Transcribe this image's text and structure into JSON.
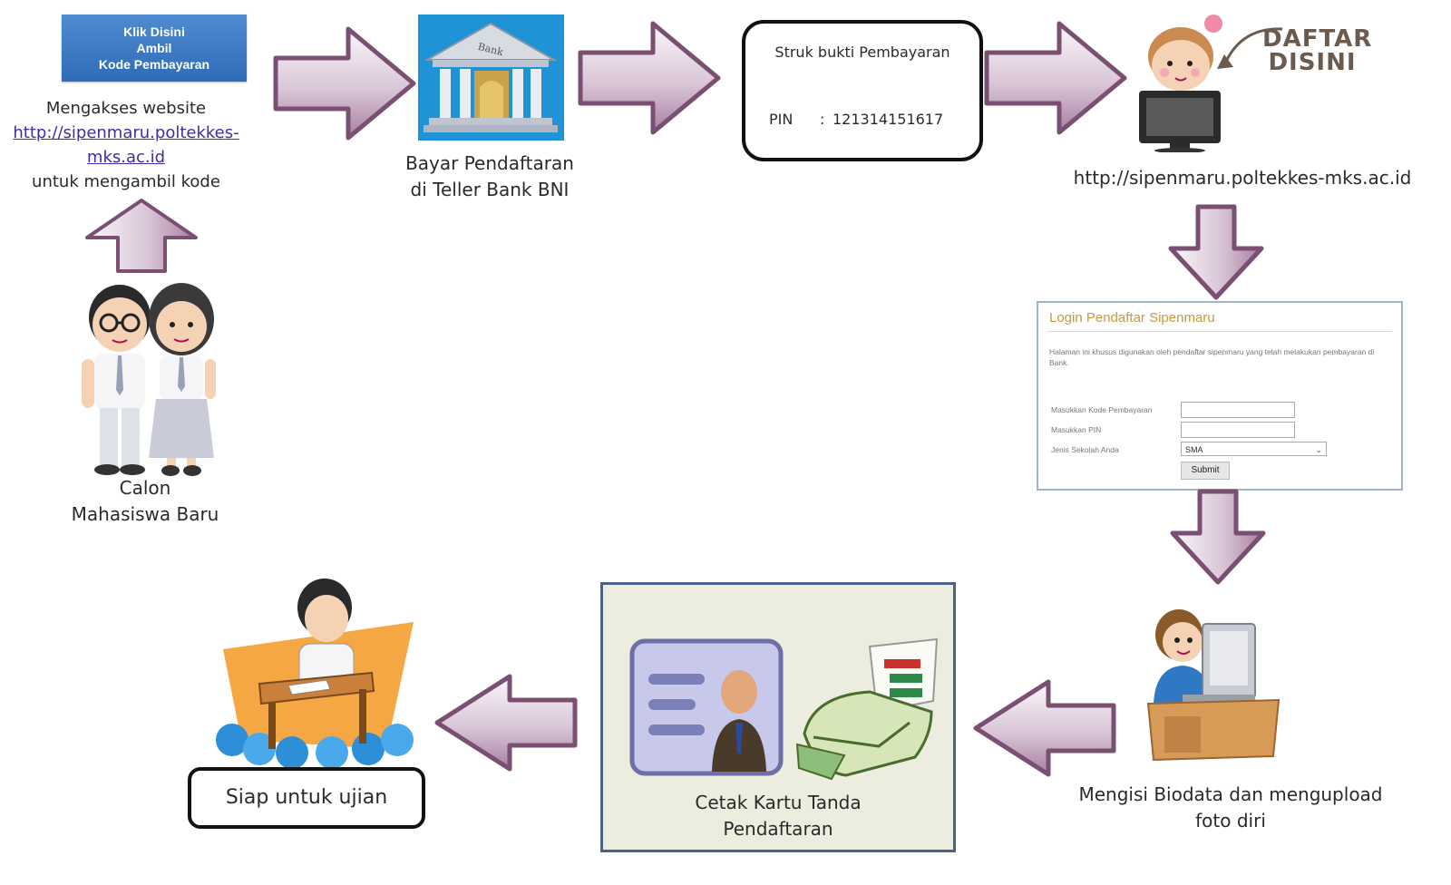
{
  "step1": {
    "banner_lines": [
      "Klik Disini",
      "Ambil",
      "Kode Pembayaran"
    ],
    "caption_before": "Mengakses website",
    "link_line1": "http://sipenmaru.poltekkes-",
    "link_line2": "mks.ac.id",
    "caption_after": "untuk mengambil kode"
  },
  "students": {
    "caption_line1": "Calon",
    "caption_line2": "Mahasiswa Baru"
  },
  "bank": {
    "sign": "Bank",
    "caption_line1": "Bayar Pendaftaran",
    "caption_line2": "di Teller Bank BNI"
  },
  "receipt": {
    "title": "Struk bukti Pembayaran",
    "pin_label": "PIN",
    "pin_sep": ":",
    "pin_value": "121314151617"
  },
  "register": {
    "callout_line1": "DAFTAR",
    "callout_line2": "DISINI",
    "url": "http://sipenmaru.poltekkes-mks.ac.id"
  },
  "login_form": {
    "title": "Login Pendaftar Sipenmaru",
    "description": "Halaman ini khusus digunakan oleh pendaftar sipenmaru yang telah melakukan pembayaran di Bank.",
    "label_code": "Masukkan Kode Pembayaran",
    "label_pin": "Masukkan PIN",
    "label_school": "Jenis Sekolah Anda",
    "school_selected": "SMA",
    "submit_label": "Submit"
  },
  "biodata": {
    "caption_line1": "Mengisi Biodata dan mengupload",
    "caption_line2": "foto diri"
  },
  "card": {
    "caption_line1": "Cetak Kartu Tanda",
    "caption_line2": "Pendaftaran"
  },
  "exam": {
    "label": "Siap untuk ujian"
  },
  "colors": {
    "arrow_purple": "#7a4f72",
    "arrow_light": "#efe6ef",
    "banner_blue": "#3a78c4",
    "form_title": "#c49a42"
  }
}
